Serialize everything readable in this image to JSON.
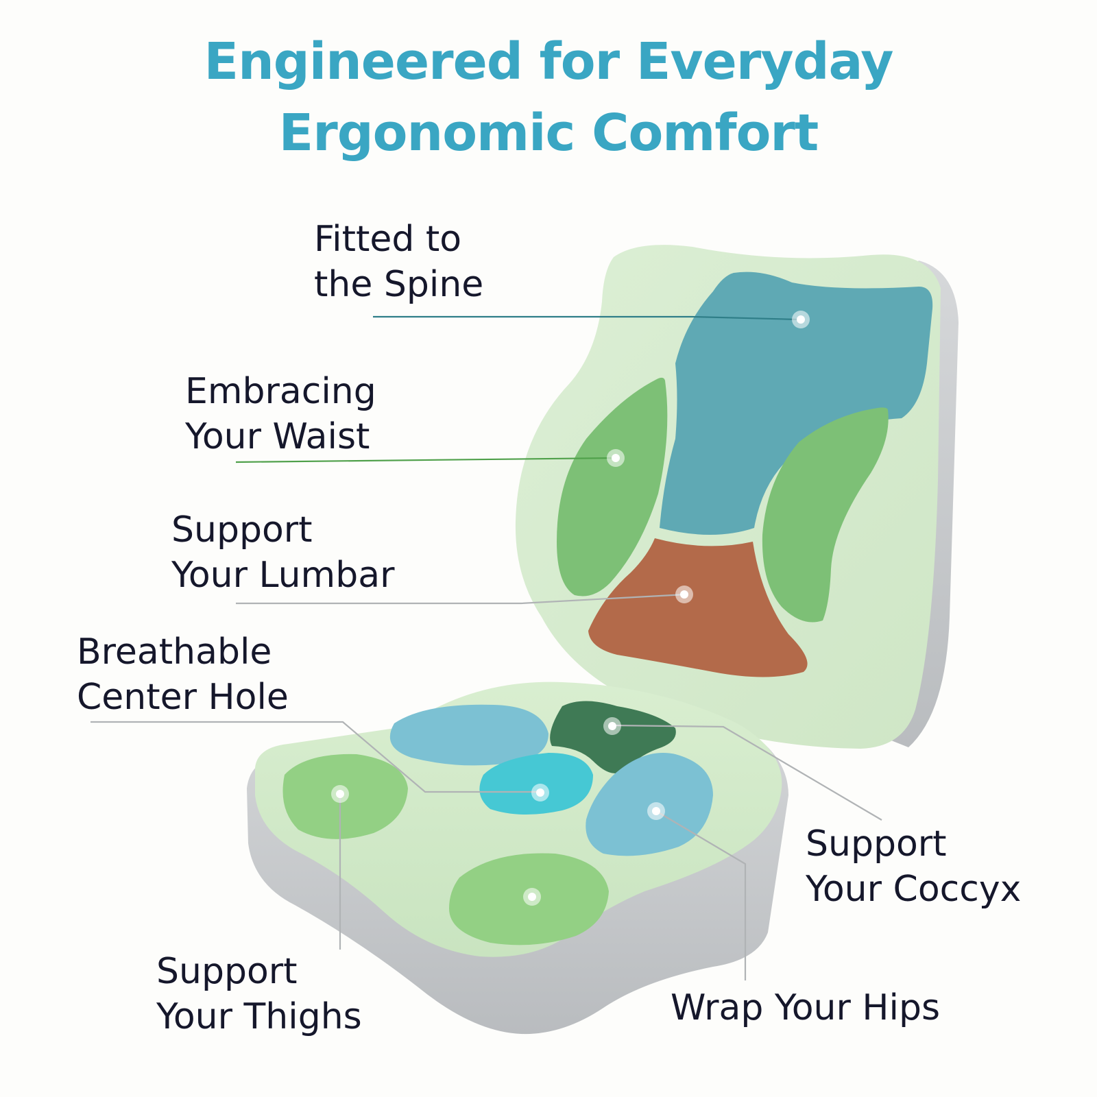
{
  "title": {
    "line1": "Engineered for Everyday",
    "line2": "Ergonomic Comfort"
  },
  "labels": {
    "spine": {
      "line1": "Fitted to",
      "line2": "the Spine"
    },
    "waist": {
      "line1": "Embracing",
      "line2": "Your Waist"
    },
    "lumbar": {
      "line1": "Support",
      "line2": "Your Lumbar"
    },
    "hole": {
      "line1": "Breathable",
      "line2": "Center Hole"
    },
    "coccyx": {
      "line1": "Support",
      "line2": "Your Coccyx"
    },
    "thighs": {
      "line1": "Support",
      "line2": "Your Thighs"
    },
    "hips": {
      "line1": "Wrap Your Hips"
    }
  },
  "colors": {
    "title": "#3aa6c3",
    "text": "#15172b",
    "foam_base": "#d4ebcc",
    "spine_zone": "#5fa9b4",
    "waist_zone": "#7dc076",
    "lumbar_zone": "#b36a4a",
    "coccyx_zone": "#3f7a55",
    "seat_blue": "#7cc1d3",
    "seat_green": "#93d084",
    "center_hole": "#46c8d4",
    "shell_grey": "#c9ccce"
  }
}
